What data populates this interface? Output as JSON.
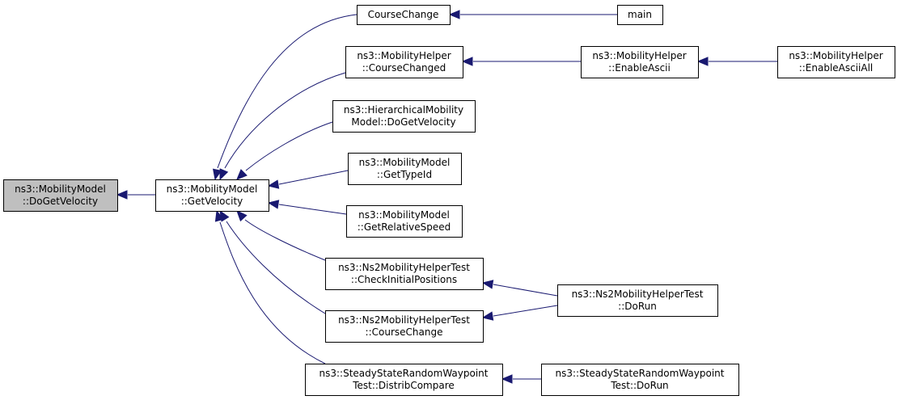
{
  "graph": {
    "colors": {
      "edge": "#191970",
      "node_fill": "#ffffff",
      "highlight_fill": "#bfbfbf",
      "border": "#000000"
    },
    "nodes": [
      {
        "id": "n0",
        "lines": [
          "ns3::MobilityModel",
          "::DoGetVelocity"
        ],
        "highlight": true
      },
      {
        "id": "n1",
        "lines": [
          "ns3::MobilityModel",
          "::GetVelocity"
        ]
      },
      {
        "id": "n2",
        "lines": [
          "CourseChange"
        ]
      },
      {
        "id": "n3",
        "lines": [
          "main"
        ]
      },
      {
        "id": "n4",
        "lines": [
          "ns3::MobilityHelper",
          "::CourseChanged"
        ]
      },
      {
        "id": "n5",
        "lines": [
          "ns3::MobilityHelper",
          "::EnableAscii"
        ]
      },
      {
        "id": "n6",
        "lines": [
          "ns3::MobilityHelper",
          "::EnableAsciiAll"
        ]
      },
      {
        "id": "n7",
        "lines": [
          "ns3::HierarchicalMobility",
          "Model::DoGetVelocity"
        ]
      },
      {
        "id": "n8",
        "lines": [
          "ns3::MobilityModel",
          "::GetTypeId"
        ]
      },
      {
        "id": "n9",
        "lines": [
          "ns3::MobilityModel",
          "::GetRelativeSpeed"
        ]
      },
      {
        "id": "n10",
        "lines": [
          "ns3::Ns2MobilityHelperTest",
          "::CheckInitialPositions"
        ]
      },
      {
        "id": "n11",
        "lines": [
          "ns3::Ns2MobilityHelperTest",
          "::DoRun"
        ]
      },
      {
        "id": "n12",
        "lines": [
          "ns3::Ns2MobilityHelperTest",
          "::CourseChange"
        ]
      },
      {
        "id": "n13",
        "lines": [
          "ns3::SteadyStateRandomWaypoint",
          "Test::DistribCompare"
        ]
      },
      {
        "id": "n14",
        "lines": [
          "ns3::SteadyStateRandomWaypoint",
          "Test::DoRun"
        ]
      }
    ],
    "edges": [
      {
        "from": "n1",
        "to": "n0"
      },
      {
        "from": "n2",
        "to": "n1"
      },
      {
        "from": "n4",
        "to": "n1"
      },
      {
        "from": "n7",
        "to": "n1"
      },
      {
        "from": "n8",
        "to": "n1"
      },
      {
        "from": "n9",
        "to": "n1"
      },
      {
        "from": "n10",
        "to": "n1"
      },
      {
        "from": "n12",
        "to": "n1"
      },
      {
        "from": "n13",
        "to": "n1"
      },
      {
        "from": "n3",
        "to": "n2"
      },
      {
        "from": "n5",
        "to": "n4"
      },
      {
        "from": "n6",
        "to": "n5"
      },
      {
        "from": "n11",
        "to": "n10"
      },
      {
        "from": "n11",
        "to": "n12"
      },
      {
        "from": "n14",
        "to": "n13"
      }
    ]
  }
}
